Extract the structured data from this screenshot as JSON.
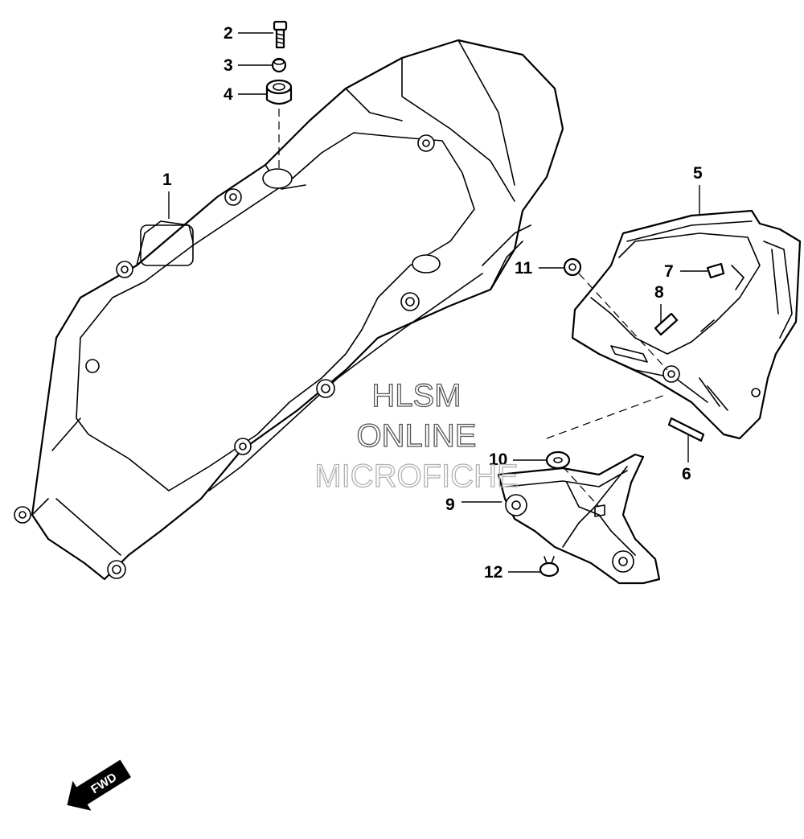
{
  "callouts": [
    {
      "id": "1",
      "label": "1"
    },
    {
      "id": "2",
      "label": "2"
    },
    {
      "id": "3",
      "label": "3"
    },
    {
      "id": "4",
      "label": "4"
    },
    {
      "id": "5",
      "label": "5"
    },
    {
      "id": "6",
      "label": "6"
    },
    {
      "id": "7",
      "label": "7"
    },
    {
      "id": "8",
      "label": "8"
    },
    {
      "id": "9",
      "label": "9"
    },
    {
      "id": "10",
      "label": "10"
    },
    {
      "id": "11",
      "label": "11"
    },
    {
      "id": "12",
      "label": "12"
    }
  ],
  "watermark": {
    "line1": "HLSM",
    "line2": "ONLINE",
    "line3": "MICROFICHE",
    "color_dark": "#555555",
    "color_light": "#b0b0b0"
  },
  "direction_marker": {
    "label": "FWD",
    "icon": "forward-arrow-icon"
  },
  "colors": {
    "line": "#000000",
    "background": "#ffffff"
  }
}
